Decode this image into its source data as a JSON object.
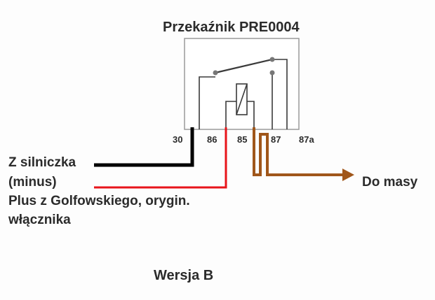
{
  "title": "Przekaźnik PRE0004",
  "pins": [
    "30",
    "86",
    "85",
    "87",
    "87a"
  ],
  "labels": {
    "motor": "Z silniczka",
    "minus": "(minus)",
    "plus": "Plus z Golfowskiego, orygin.",
    "switch": "włącznika",
    "ground": "Do masy"
  },
  "footer": "Wersja B",
  "colors": {
    "relay_wire": "#3a3a3a",
    "motor_wire": "#000000",
    "plus_wire": "#e8141a",
    "ground_wire": "#a0561a"
  }
}
